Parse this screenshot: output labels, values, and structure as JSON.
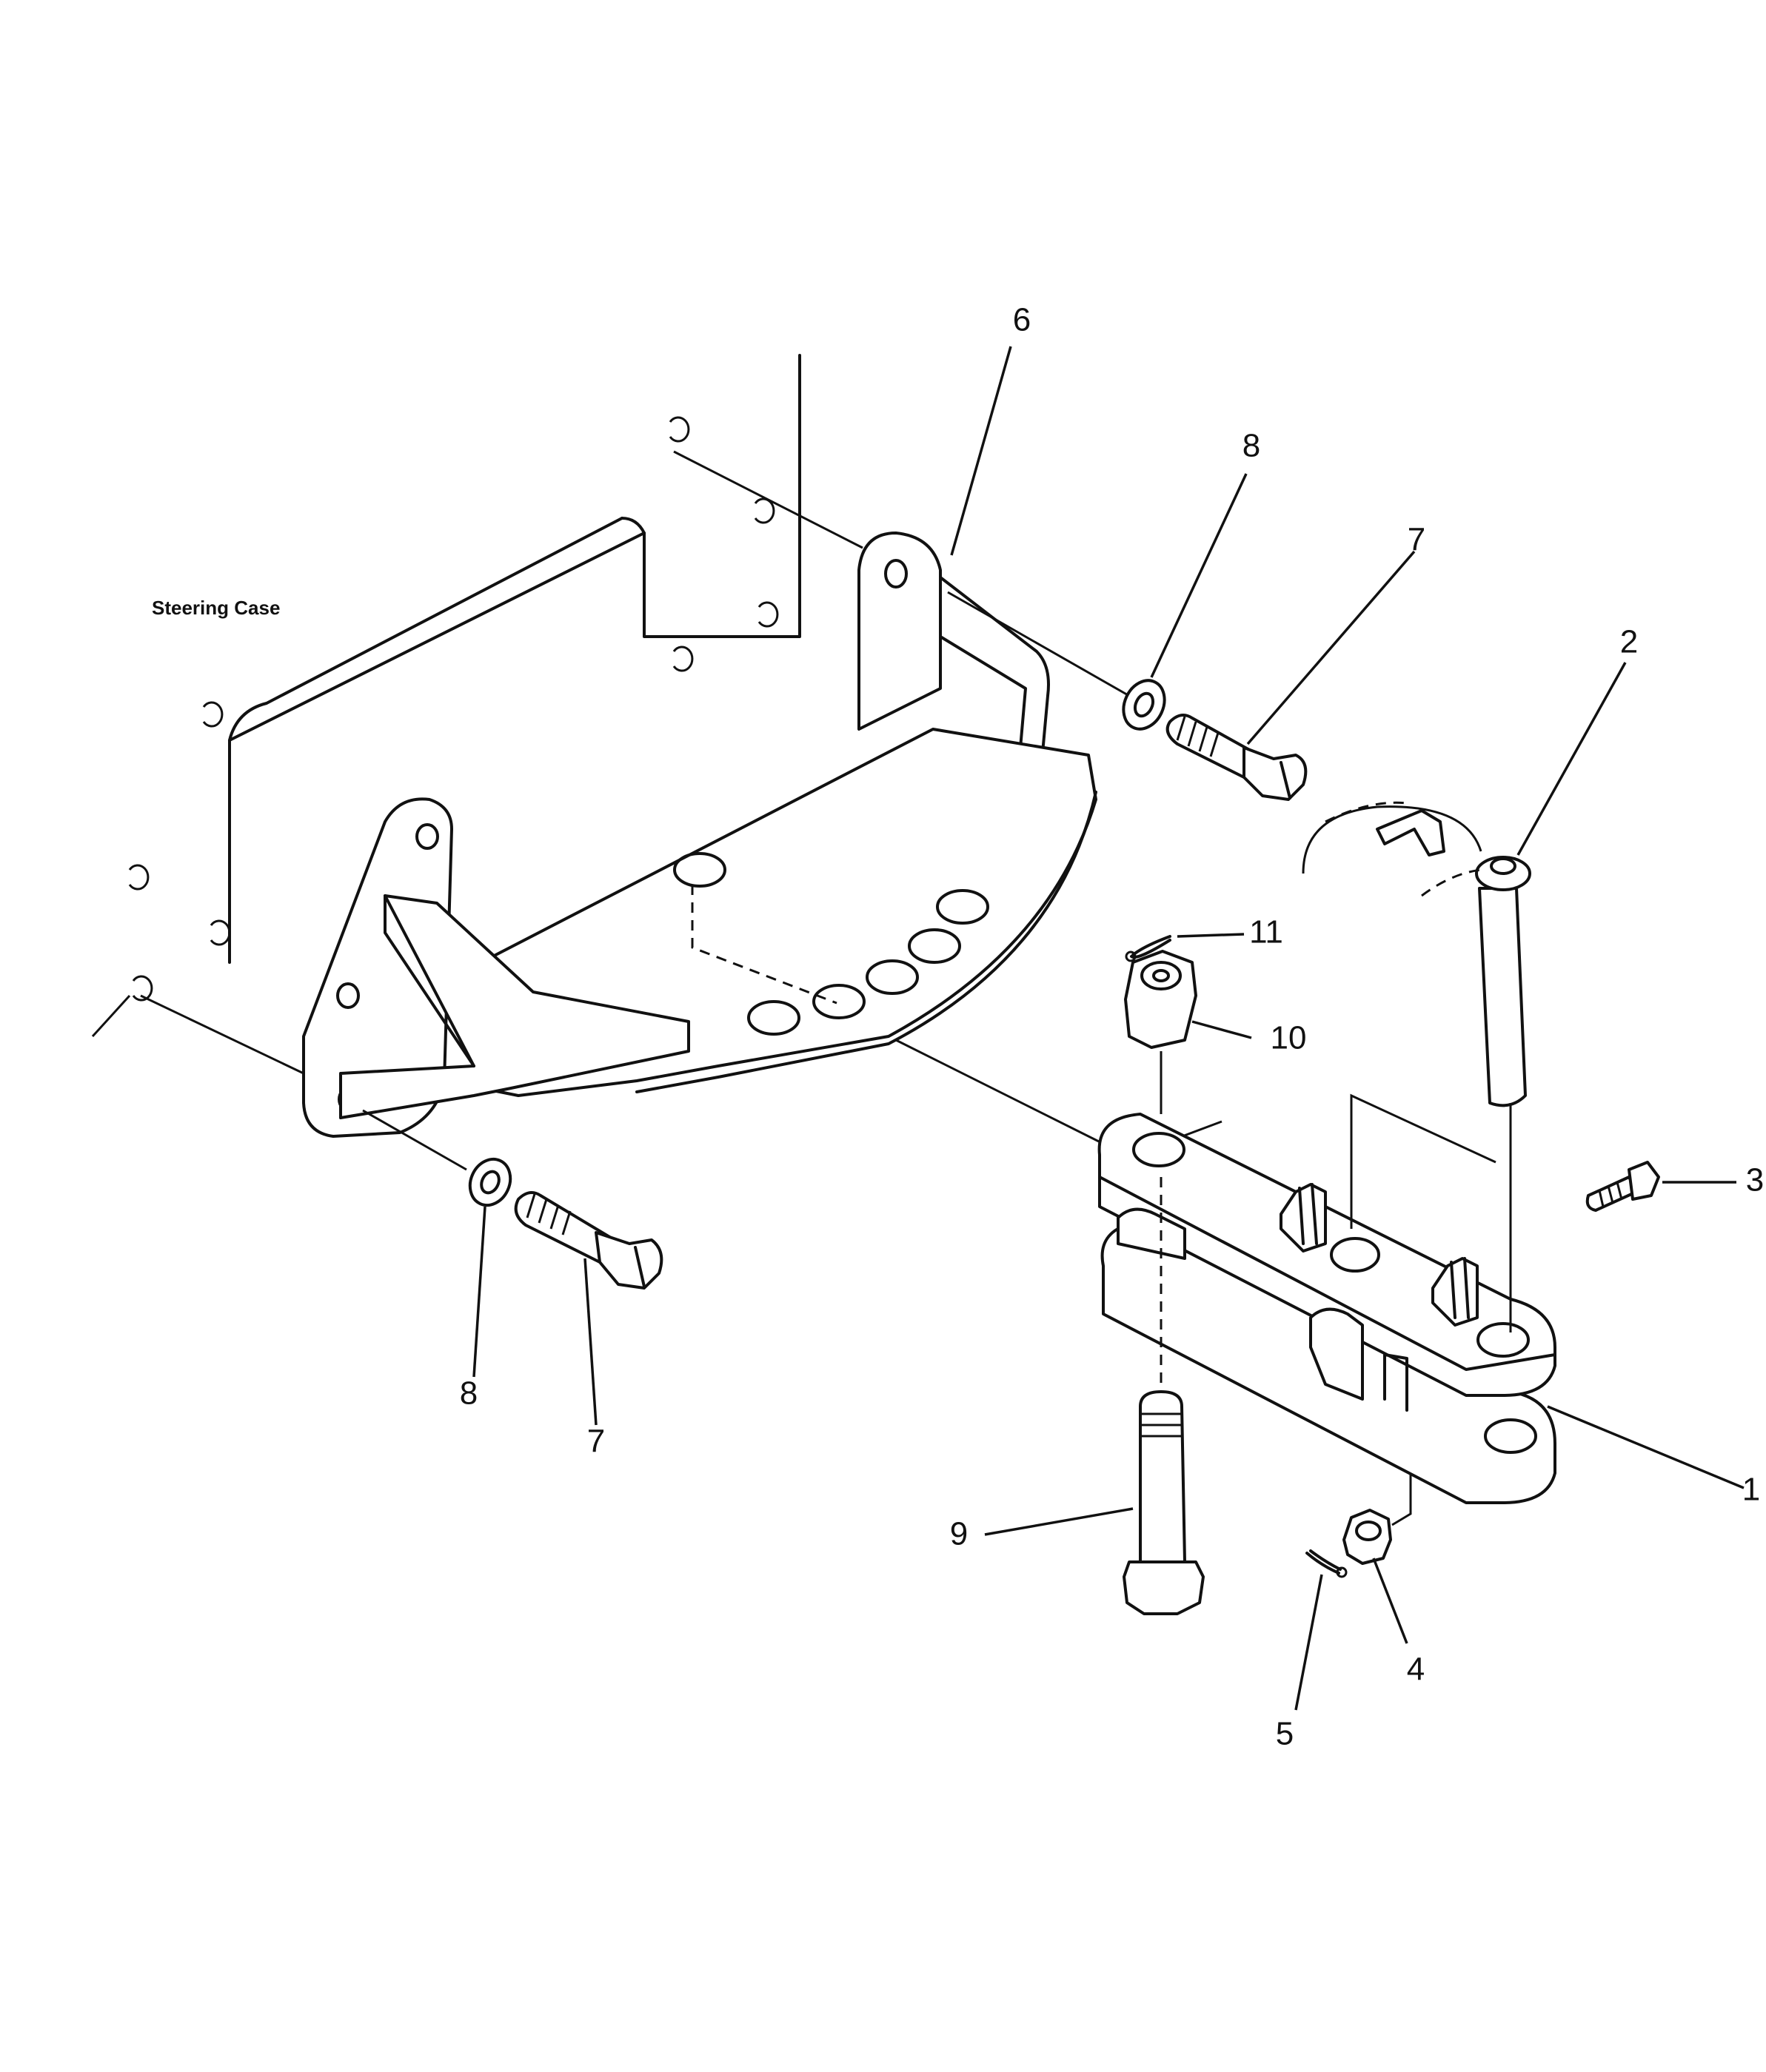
{
  "labels": {
    "case": "Steering Case"
  },
  "callouts": {
    "c1": "1",
    "c2": "2",
    "c3": "3",
    "c4": "4",
    "c5": "5",
    "c6": "6",
    "c7a": "7",
    "c7b": "7",
    "c8a": "8",
    "c8b": "8",
    "c9": "9",
    "c10": "10",
    "c11": "11"
  }
}
